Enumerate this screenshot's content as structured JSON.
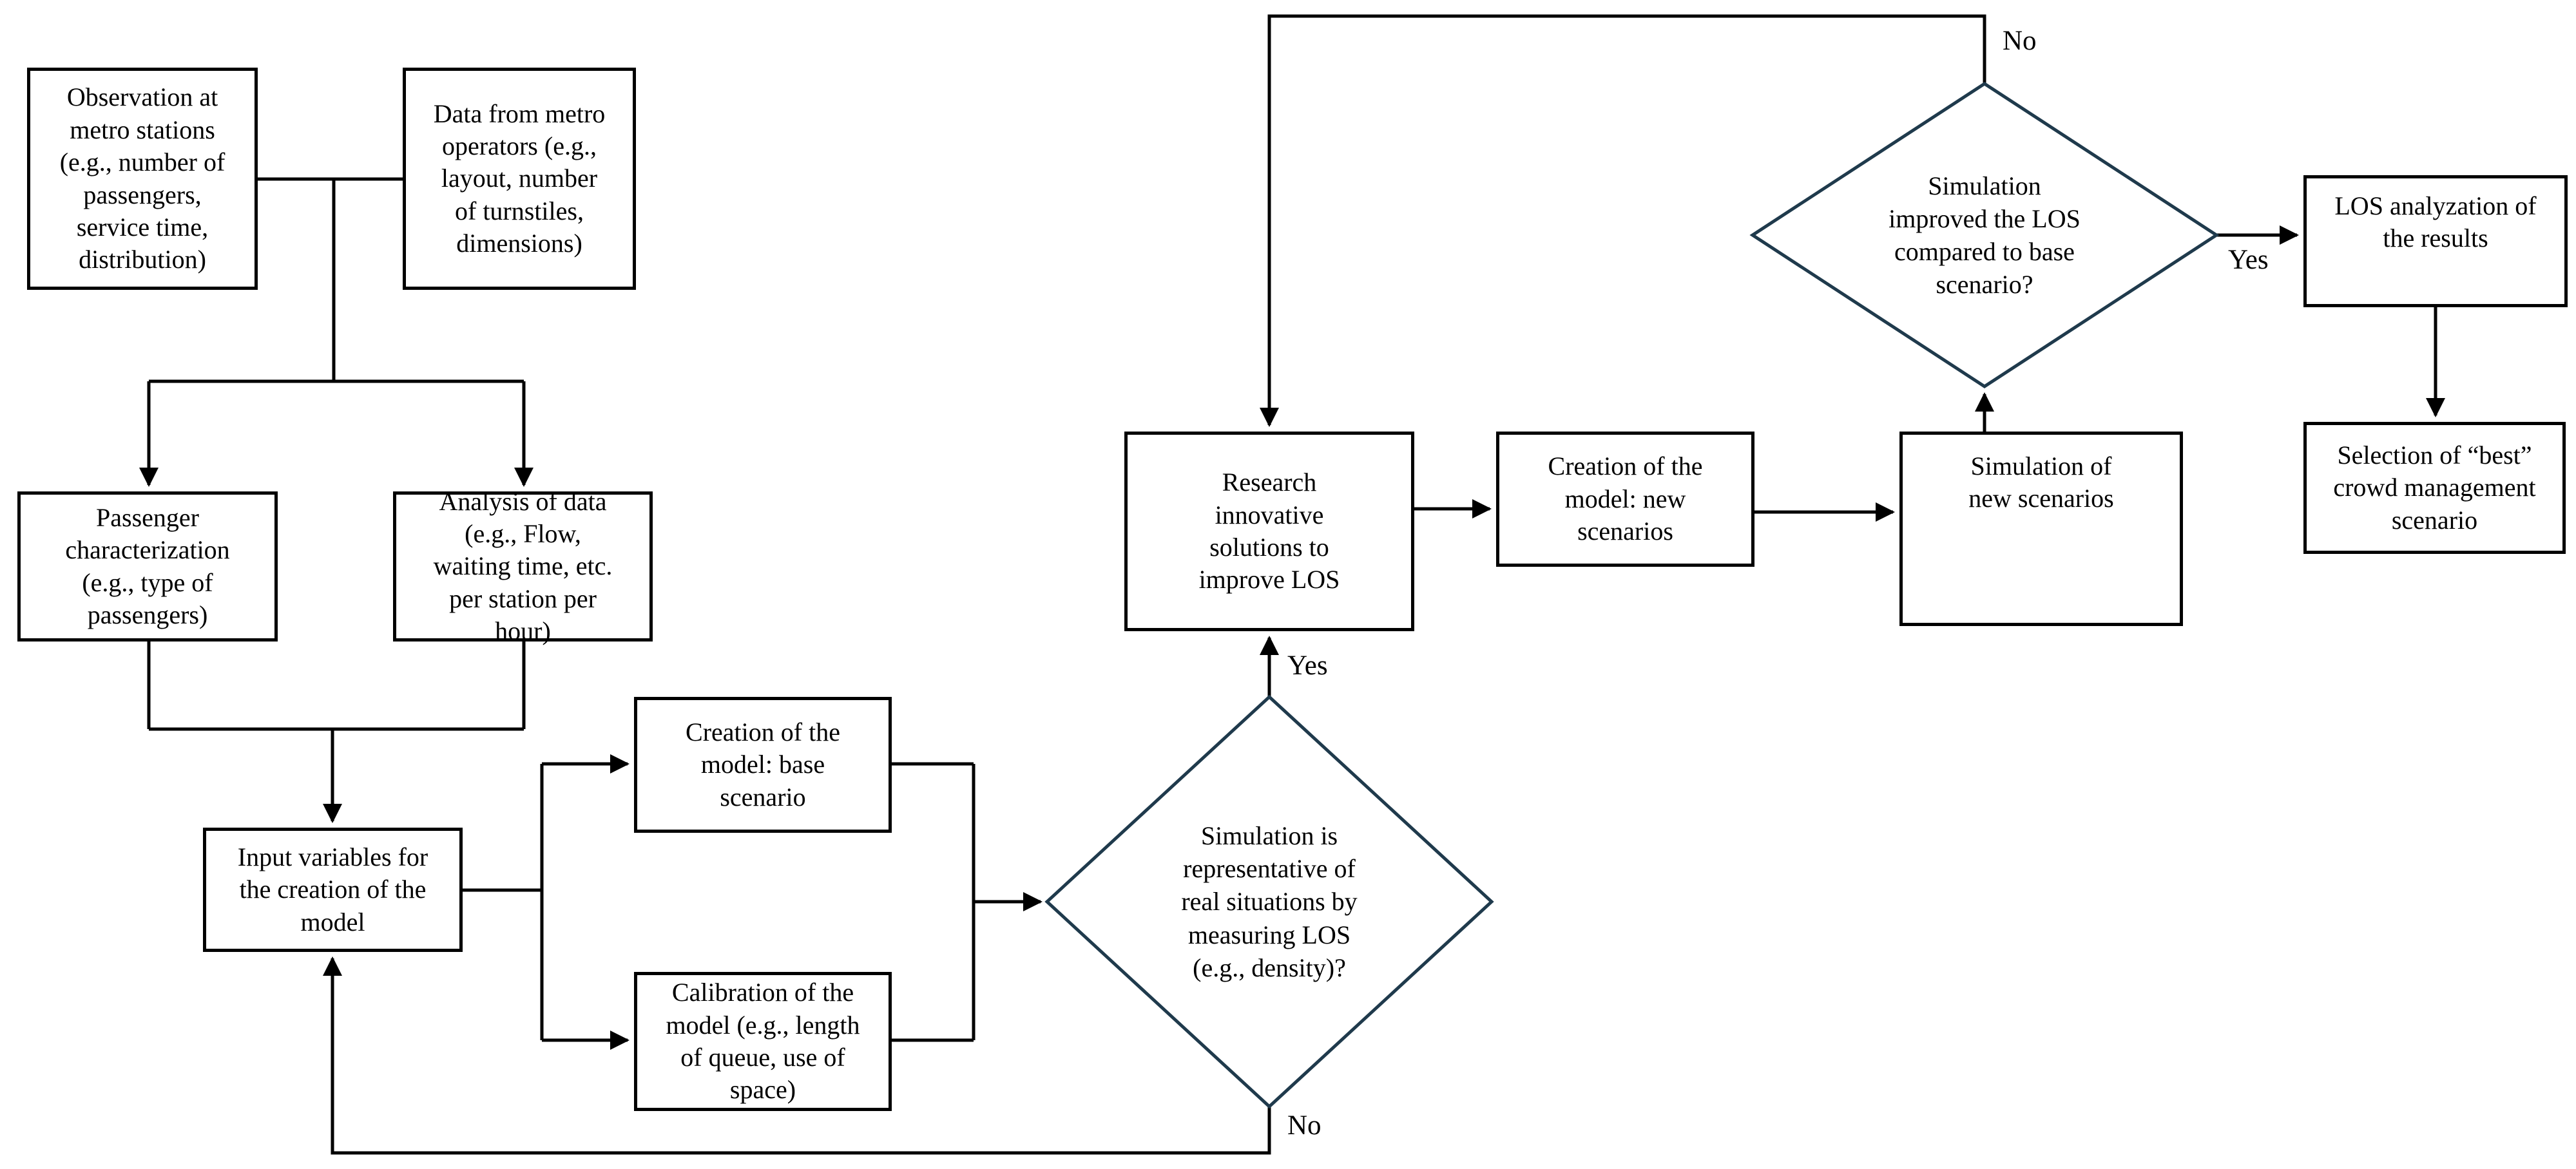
{
  "colors": {
    "background": "#ffffff",
    "line": "#000000",
    "box_border": "#000000",
    "box_fill": "#ffffff",
    "decision_border": "#1f3a4c",
    "text": "#000000"
  },
  "nodes": {
    "observation": {
      "label": "Observation at metro stations (e.g., number of passengers, service time, distribution)"
    },
    "data_operators": {
      "label": "Data from metro operators (e.g., layout, number of turnstiles, dimensions)"
    },
    "passenger_characterization": {
      "label": "Passenger characterization (e.g., type of passengers)"
    },
    "analysis_of_data": {
      "label": "Analysis of data (e.g., Flow, waiting time, etc. per station per hour)"
    },
    "input_variables": {
      "label": "Input variables for the creation of the model"
    },
    "creation_base": {
      "label": "Creation of the model: base scenario"
    },
    "calibration": {
      "label": "Calibration of the model (e.g., length of queue, use of space)"
    },
    "research_solutions": {
      "label": "Research innovative solutions to improve LOS"
    },
    "creation_new": {
      "label": "Creation of the model: new scenarios"
    },
    "simulation_new": {
      "label": "Simulation of new scenarios"
    },
    "los_analyzation": {
      "label": "LOS analyzation of the results"
    },
    "selection_best": {
      "label": "Selection of “best” crowd management scenario"
    }
  },
  "decisions": {
    "sim_representative": {
      "label": "Simulation is representative of real situations by measuring LOS (e.g., density)?"
    },
    "sim_improved": {
      "label": "Simulation improved the LOS compared to base scenario?"
    }
  },
  "edge_labels": {
    "d1_yes": "Yes",
    "d1_no": "No",
    "d2_yes": "Yes",
    "d2_no": "No"
  }
}
